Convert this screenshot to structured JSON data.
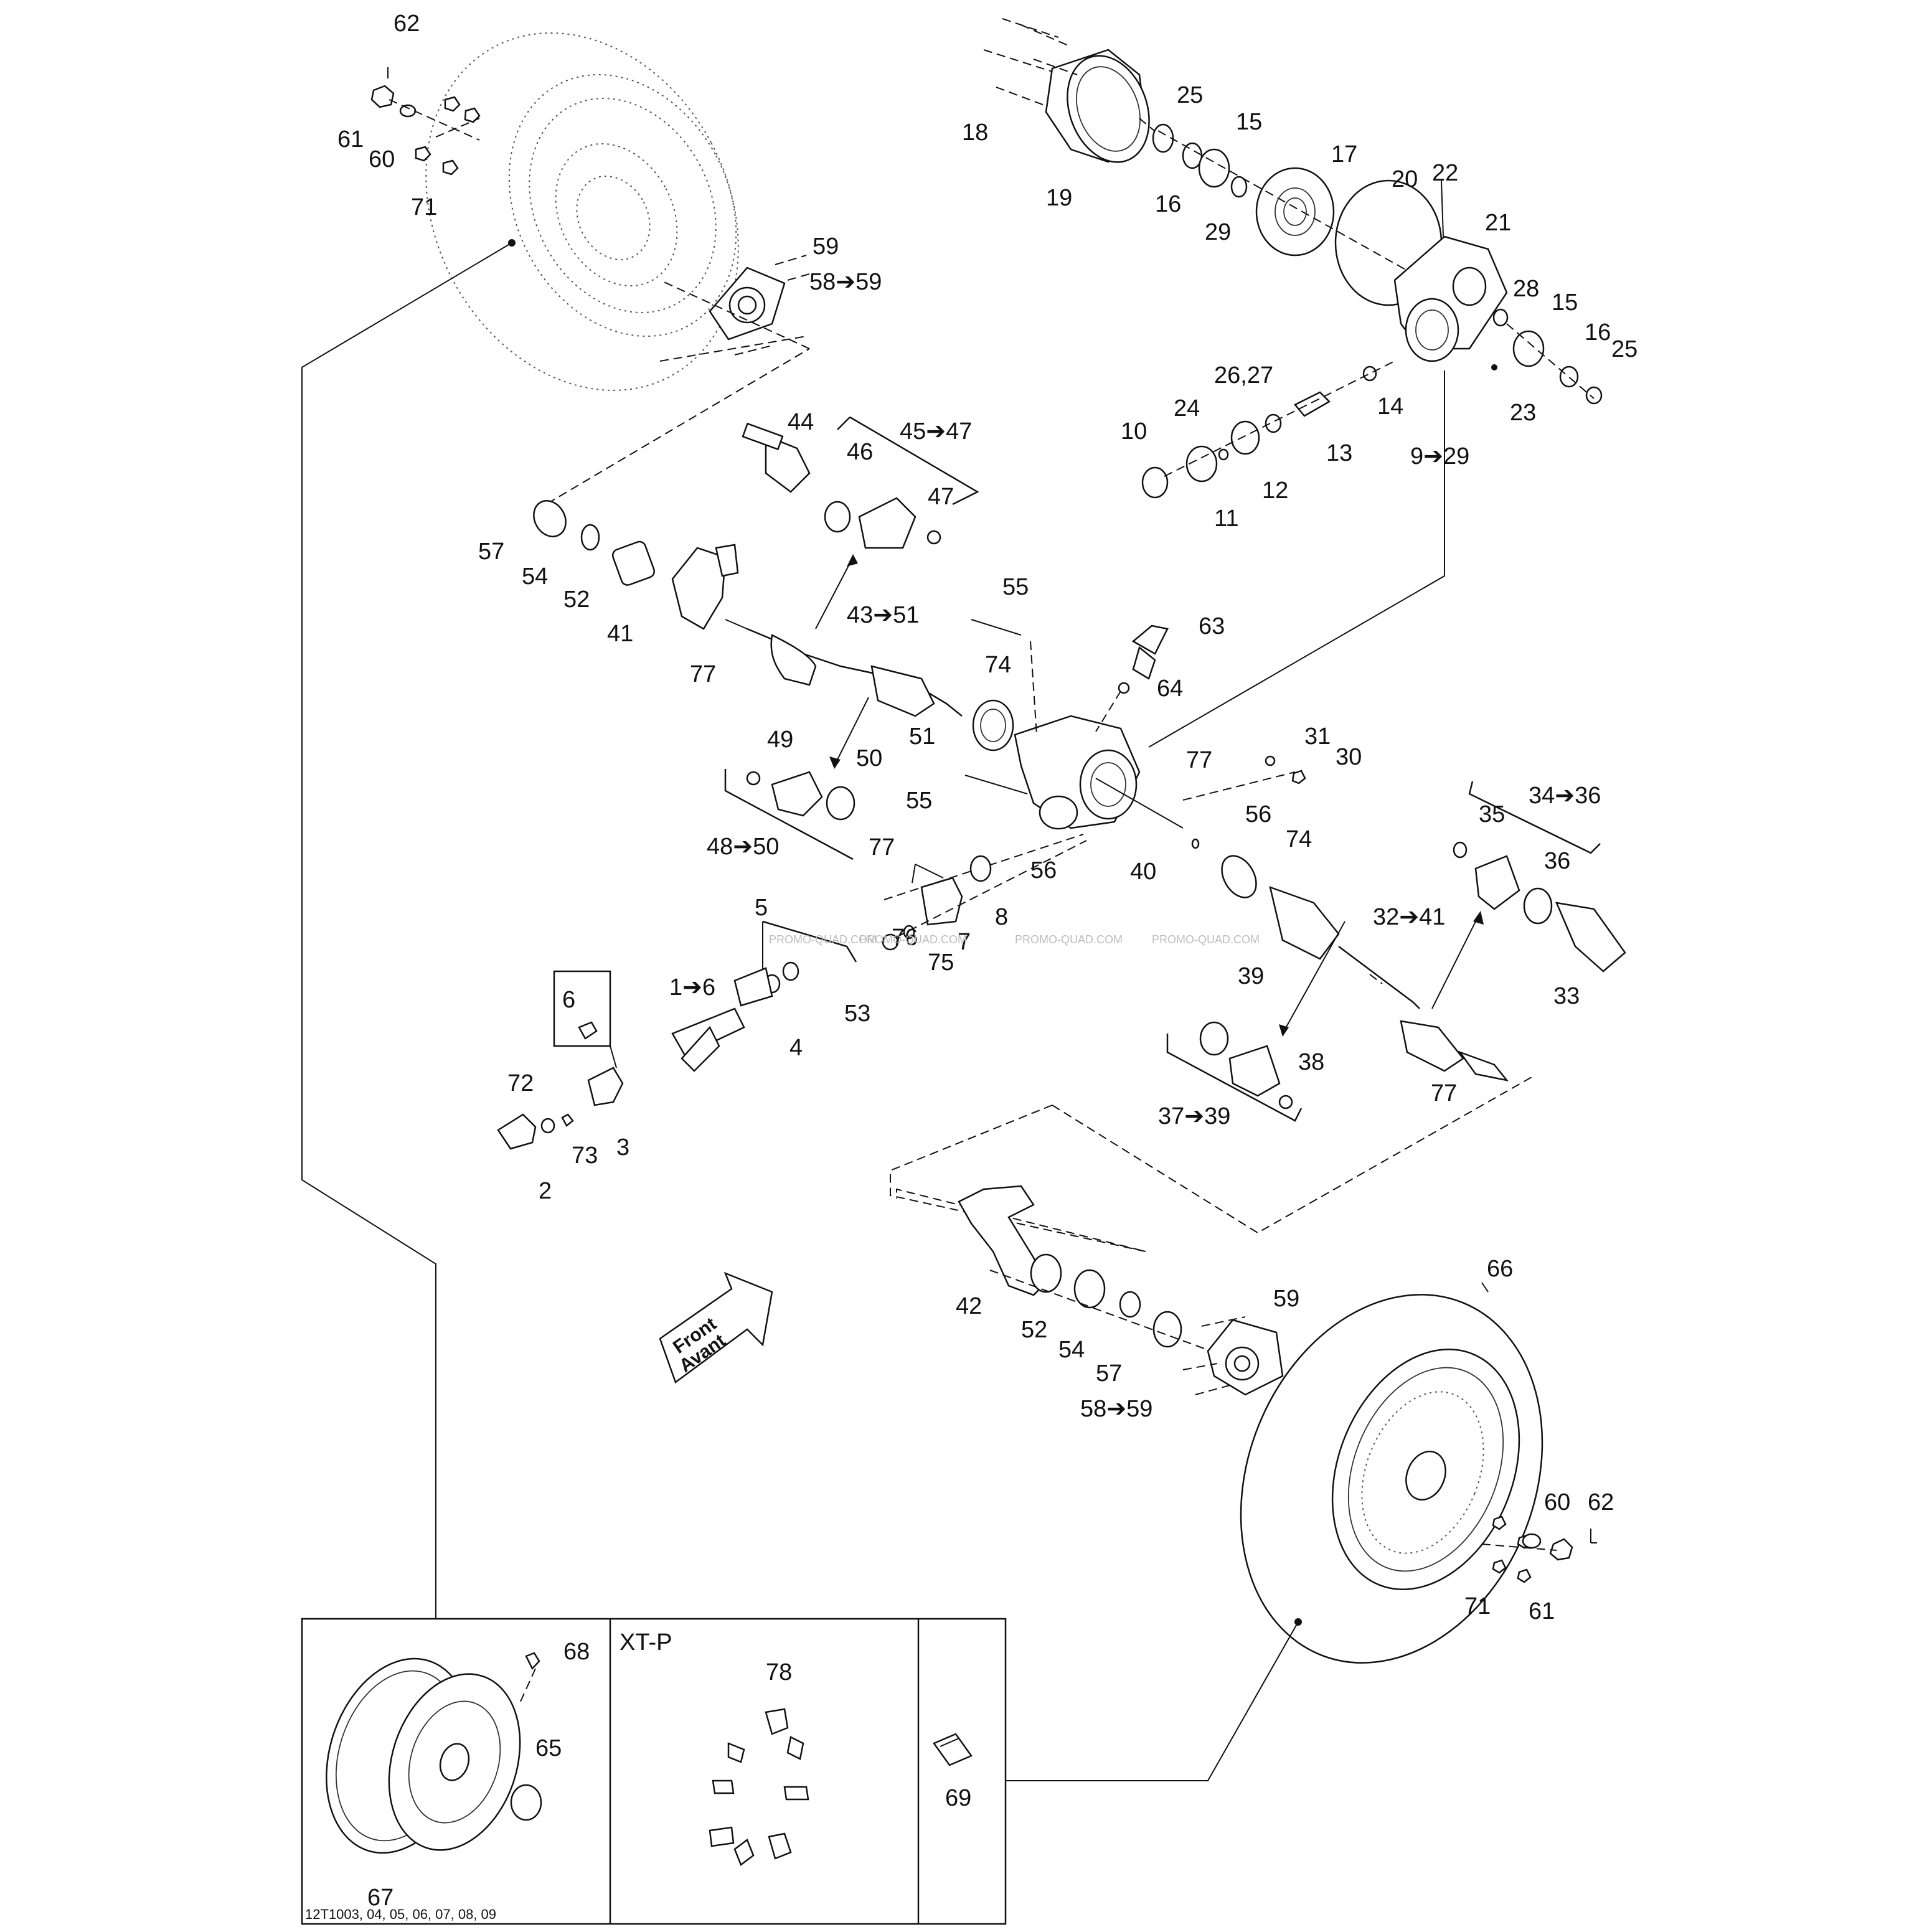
{
  "diagram": {
    "drawing_code": "12T1003, 04, 05, 06, 07, 08, 09",
    "watermark": "PROMO-QUAD.COM",
    "inset_label": "XT-P",
    "front_arrow": {
      "line1": "Front",
      "line2": "Avant"
    },
    "callouts": {
      "c62a": "62",
      "c61a": "61",
      "c60a": "60",
      "c71a": "71",
      "c59a": "59",
      "c5859a": "58➔59",
      "c25a": "25",
      "c15a": "15",
      "c18": "18",
      "c19": "19",
      "c16a": "16",
      "c17": "17",
      "c20": "20",
      "c22": "22",
      "c29": "29",
      "c21": "21",
      "c28": "28",
      "c15b": "15",
      "c16b": "16",
      "c25b": "25",
      "c2627": "26,27",
      "c24": "24",
      "c10": "10",
      "c11": "11",
      "c12": "12",
      "c13": "13",
      "c14": "14",
      "c23": "23",
      "c929": "9➔29",
      "c44": "44",
      "c46": "46",
      "c4547": "45➔47",
      "c47": "47",
      "c57a": "57",
      "c54a": "54",
      "c52a": "52",
      "c41": "41",
      "c77a": "77",
      "c4351": "43➔51",
      "c55a": "55",
      "c63": "63",
      "c64": "64",
      "c74a": "74",
      "c51": "51",
      "c77b": "77",
      "c31": "31",
      "c30": "30",
      "c49": "49",
      "c50": "50",
      "c4850": "48➔50",
      "c55b": "55",
      "c3436": "34➔36",
      "c35": "35",
      "c36": "36",
      "c33": "33",
      "c56a": "56",
      "c74b": "74",
      "c77c": "77",
      "c56b": "56",
      "c40": "40",
      "c3241": "32➔41",
      "c8": "8",
      "c7": "7",
      "c75": "75",
      "c76": "76",
      "c5": "5",
      "c16": "1➔6",
      "c4": "4",
      "c53": "53",
      "c39": "39",
      "c38": "38",
      "c3739": "37➔39",
      "c77d": "77",
      "c6": "6",
      "c72": "72",
      "c73": "73",
      "c3": "3",
      "c2": "2",
      "c66": "66",
      "c42": "42",
      "c52b": "52",
      "c54b": "54",
      "c57b": "57",
      "c59b": "59",
      "c5859b": "58➔59",
      "c60b": "60",
      "c62b": "62",
      "c71b": "71",
      "c61b": "61",
      "c68": "68",
      "c65": "65",
      "c67": "67",
      "c78": "78",
      "c69": "69"
    }
  }
}
